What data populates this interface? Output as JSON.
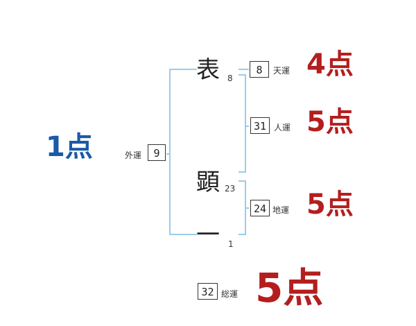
{
  "colors": {
    "bracket": "#9ccbe8",
    "score_red": "#b41e1e",
    "score_blue": "#1a5aa8"
  },
  "characters": [
    {
      "char": "表",
      "strokes": "8"
    },
    {
      "char": "顕",
      "strokes": "23"
    },
    {
      "char": "一",
      "strokes": "1"
    }
  ],
  "fortunes": {
    "tenun": {
      "value": "8",
      "label": "天運",
      "score": "4点"
    },
    "jinun": {
      "value": "31",
      "label": "人運",
      "score": "5点"
    },
    "chiun": {
      "value": "24",
      "label": "地運",
      "score": "5点"
    },
    "gaiun": {
      "value": "9",
      "label": "外運",
      "score": "1点"
    },
    "souun": {
      "value": "32",
      "label": "総運",
      "score": "5点"
    }
  }
}
